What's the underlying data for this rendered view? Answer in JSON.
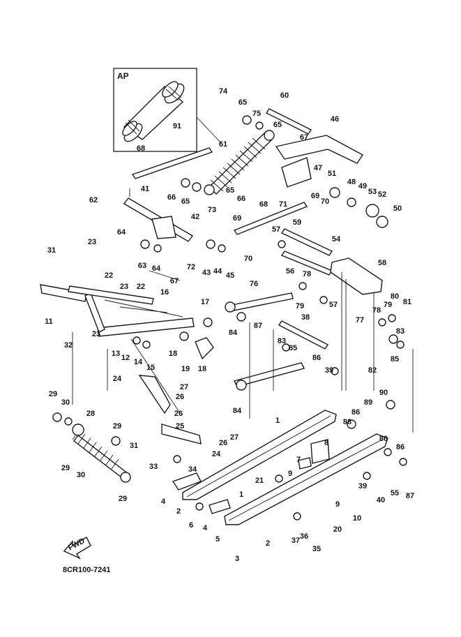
{
  "inset": {
    "label": "AP",
    "part": "91"
  },
  "fwd_arrow": {
    "text": "FWD"
  },
  "code": "8CR100-7241",
  "callouts": [
    {
      "id": "c-74",
      "t": "74"
    },
    {
      "id": "c-60",
      "t": "60"
    },
    {
      "id": "c-65a",
      "t": "65"
    },
    {
      "id": "c-75",
      "t": "75"
    },
    {
      "id": "c-46",
      "t": "46"
    },
    {
      "id": "c-65b",
      "t": "65"
    },
    {
      "id": "c-67a",
      "t": "67"
    },
    {
      "id": "c-91",
      "t": "91"
    },
    {
      "id": "c-68a",
      "t": "68"
    },
    {
      "id": "c-61",
      "t": "61"
    },
    {
      "id": "c-47",
      "t": "47"
    },
    {
      "id": "c-51",
      "t": "51"
    },
    {
      "id": "c-41",
      "t": "41"
    },
    {
      "id": "c-66a",
      "t": "66"
    },
    {
      "id": "c-65c",
      "t": "65"
    },
    {
      "id": "c-65d",
      "t": "65"
    },
    {
      "id": "c-66b",
      "t": "66"
    },
    {
      "id": "c-71",
      "t": "71"
    },
    {
      "id": "c-70a",
      "t": "70"
    },
    {
      "id": "c-69a",
      "t": "69"
    },
    {
      "id": "c-48",
      "t": "48"
    },
    {
      "id": "c-49",
      "t": "49"
    },
    {
      "id": "c-53",
      "t": "53"
    },
    {
      "id": "c-52",
      "t": "52"
    },
    {
      "id": "c-50",
      "t": "50"
    },
    {
      "id": "c-62",
      "t": "62"
    },
    {
      "id": "c-68b",
      "t": "68"
    },
    {
      "id": "c-73",
      "t": "73"
    },
    {
      "id": "c-69b",
      "t": "69"
    },
    {
      "id": "c-42",
      "t": "42"
    },
    {
      "id": "c-59",
      "t": "59"
    },
    {
      "id": "c-57a",
      "t": "57"
    },
    {
      "id": "c-64a",
      "t": "64"
    },
    {
      "id": "c-54",
      "t": "54"
    },
    {
      "id": "c-23a",
      "t": "23"
    },
    {
      "id": "c-43",
      "t": "43"
    },
    {
      "id": "c-44",
      "t": "44"
    },
    {
      "id": "c-72",
      "t": "72"
    },
    {
      "id": "c-63",
      "t": "63"
    },
    {
      "id": "c-64b",
      "t": "64"
    },
    {
      "id": "c-70b",
      "t": "70"
    },
    {
      "id": "c-31a",
      "t": "31"
    },
    {
      "id": "c-22a",
      "t": "22"
    },
    {
      "id": "c-67b",
      "t": "67"
    },
    {
      "id": "c-45",
      "t": "45"
    },
    {
      "id": "c-56",
      "t": "56"
    },
    {
      "id": "c-58",
      "t": "58"
    },
    {
      "id": "c-78a",
      "t": "78"
    },
    {
      "id": "c-23b",
      "t": "23"
    },
    {
      "id": "c-22b",
      "t": "22"
    },
    {
      "id": "c-76",
      "t": "76"
    },
    {
      "id": "c-79a",
      "t": "79"
    },
    {
      "id": "c-57b",
      "t": "57"
    },
    {
      "id": "c-80",
      "t": "80"
    },
    {
      "id": "c-16",
      "t": "16"
    },
    {
      "id": "c-78b",
      "t": "78"
    },
    {
      "id": "c-79b",
      "t": "79"
    },
    {
      "id": "c-81",
      "t": "81"
    },
    {
      "id": "c-11",
      "t": "11"
    },
    {
      "id": "c-17",
      "t": "17"
    },
    {
      "id": "c-38",
      "t": "38"
    },
    {
      "id": "c-84a",
      "t": "84"
    },
    {
      "id": "c-87a",
      "t": "87"
    },
    {
      "id": "c-77",
      "t": "77"
    },
    {
      "id": "c-32",
      "t": "32"
    },
    {
      "id": "c-23c",
      "t": "23"
    },
    {
      "id": "c-83a",
      "t": "83"
    },
    {
      "id": "c-83b",
      "t": "83"
    },
    {
      "id": "c-13",
      "t": "13"
    },
    {
      "id": "c-12",
      "t": "12"
    },
    {
      "id": "c-14",
      "t": "14"
    },
    {
      "id": "c-15",
      "t": "15"
    },
    {
      "id": "c-18a",
      "t": "18"
    },
    {
      "id": "c-85a",
      "t": "85"
    },
    {
      "id": "c-86a",
      "t": "86"
    },
    {
      "id": "c-85b",
      "t": "85"
    },
    {
      "id": "c-82",
      "t": "82"
    },
    {
      "id": "c-19",
      "t": "19"
    },
    {
      "id": "c-18b",
      "t": "18"
    },
    {
      "id": "c-39a",
      "t": "39"
    },
    {
      "id": "c-24a",
      "t": "24"
    },
    {
      "id": "c-27a",
      "t": "27"
    },
    {
      "id": "c-26a",
      "t": "26"
    },
    {
      "id": "c-90",
      "t": "90"
    },
    {
      "id": "c-29a",
      "t": "29"
    },
    {
      "id": "c-30a",
      "t": "30"
    },
    {
      "id": "c-84b",
      "t": "84"
    },
    {
      "id": "c-89",
      "t": "89"
    },
    {
      "id": "c-86b",
      "t": "86"
    },
    {
      "id": "c-26b",
      "t": "26"
    },
    {
      "id": "c-28",
      "t": "28"
    },
    {
      "id": "c-88",
      "t": "88"
    },
    {
      "id": "c-1a",
      "t": "1"
    },
    {
      "id": "c-25",
      "t": "25"
    },
    {
      "id": "c-29b",
      "t": "29"
    },
    {
      "id": "c-26c",
      "t": "26"
    },
    {
      "id": "c-27b",
      "t": "27"
    },
    {
      "id": "c-8",
      "t": "8"
    },
    {
      "id": "c-31b",
      "t": "31"
    },
    {
      "id": "c-24b",
      "t": "24"
    },
    {
      "id": "c-86c",
      "t": "86"
    },
    {
      "id": "c-86d",
      "t": "86"
    },
    {
      "id": "c-33",
      "t": "33"
    },
    {
      "id": "c-7",
      "t": "7"
    },
    {
      "id": "c-29c",
      "t": "29"
    },
    {
      "id": "c-34",
      "t": "34"
    },
    {
      "id": "c-30b",
      "t": "30"
    },
    {
      "id": "c-9a",
      "t": "9"
    },
    {
      "id": "c-39b",
      "t": "39"
    },
    {
      "id": "c-55",
      "t": "55"
    },
    {
      "id": "c-87b",
      "t": "87"
    },
    {
      "id": "c-21",
      "t": "21"
    },
    {
      "id": "c-29d",
      "t": "29"
    },
    {
      "id": "c-40",
      "t": "40"
    },
    {
      "id": "c-4a",
      "t": "4"
    },
    {
      "id": "c-1b",
      "t": "1"
    },
    {
      "id": "c-9b",
      "t": "9"
    },
    {
      "id": "c-2a",
      "t": "2"
    },
    {
      "id": "c-10",
      "t": "10"
    },
    {
      "id": "c-6",
      "t": "6"
    },
    {
      "id": "c-4b",
      "t": "4"
    },
    {
      "id": "c-20",
      "t": "20"
    },
    {
      "id": "c-5",
      "t": "5"
    },
    {
      "id": "c-36",
      "t": "36"
    },
    {
      "id": "c-37",
      "t": "37"
    },
    {
      "id": "c-2b",
      "t": "2"
    },
    {
      "id": "c-35",
      "t": "35"
    },
    {
      "id": "c-3",
      "t": "3"
    }
  ]
}
